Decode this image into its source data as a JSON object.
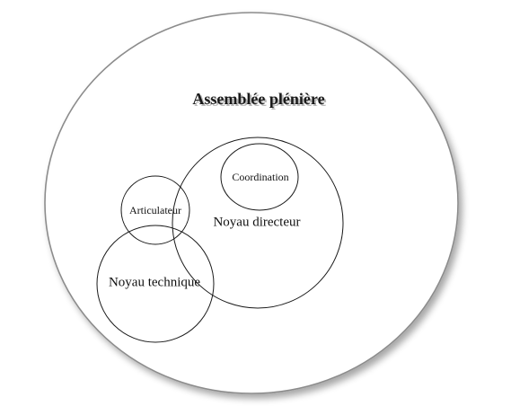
{
  "diagram": {
    "title": "Assemblée plénière",
    "nodes": {
      "coordination": "Coordination",
      "articulateur": "Articulateur",
      "noyau_directeur": "Noyau directeur",
      "noyau_technique": "Noyau technique"
    }
  }
}
